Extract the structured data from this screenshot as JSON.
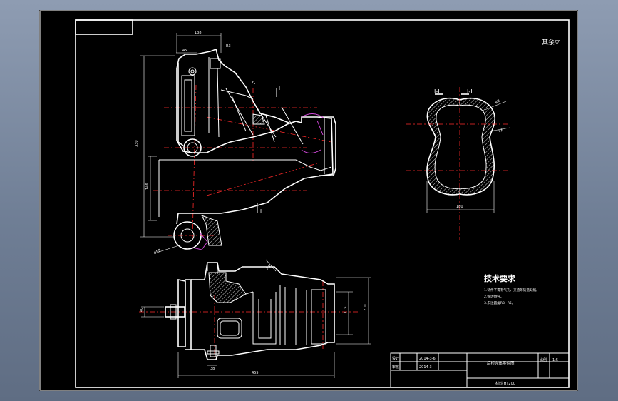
{
  "roughness_note": "其余▽",
  "section_label_1": "I-I",
  "section_marks": {
    "a": "A",
    "i_top": "I",
    "i_bottom": "I"
  },
  "tech_requirements": {
    "title": "技术要求",
    "items": [
      "1.铸件不得有气孔、夹渣等铸造缺陷。",
      "2.锐边倒钝。",
      "3.未注圆角R3~R5。"
    ]
  },
  "dimensions": {
    "top_width": "138",
    "top_small": "45",
    "top_r": "R3",
    "left_height": "330",
    "left_mid": "146",
    "bore": "Φ58",
    "bottom_length": "455",
    "bottom_small": "38",
    "bottom_left": "40",
    "bottom_right_1": "115",
    "bottom_right_2": "210",
    "section_width": "180",
    "section_r1": "R8",
    "section_r2": "R6",
    "bottom_r": "R3"
  },
  "title_block": {
    "row1_left": "设计",
    "row1_date": "2014-3-6",
    "row2_left": "审核",
    "row2_date": "2014-3-",
    "drawing_name": "后桥壳体零件图",
    "ratio_label": "比例",
    "ratio_value": "1:5",
    "footer": "材料 HT200"
  }
}
